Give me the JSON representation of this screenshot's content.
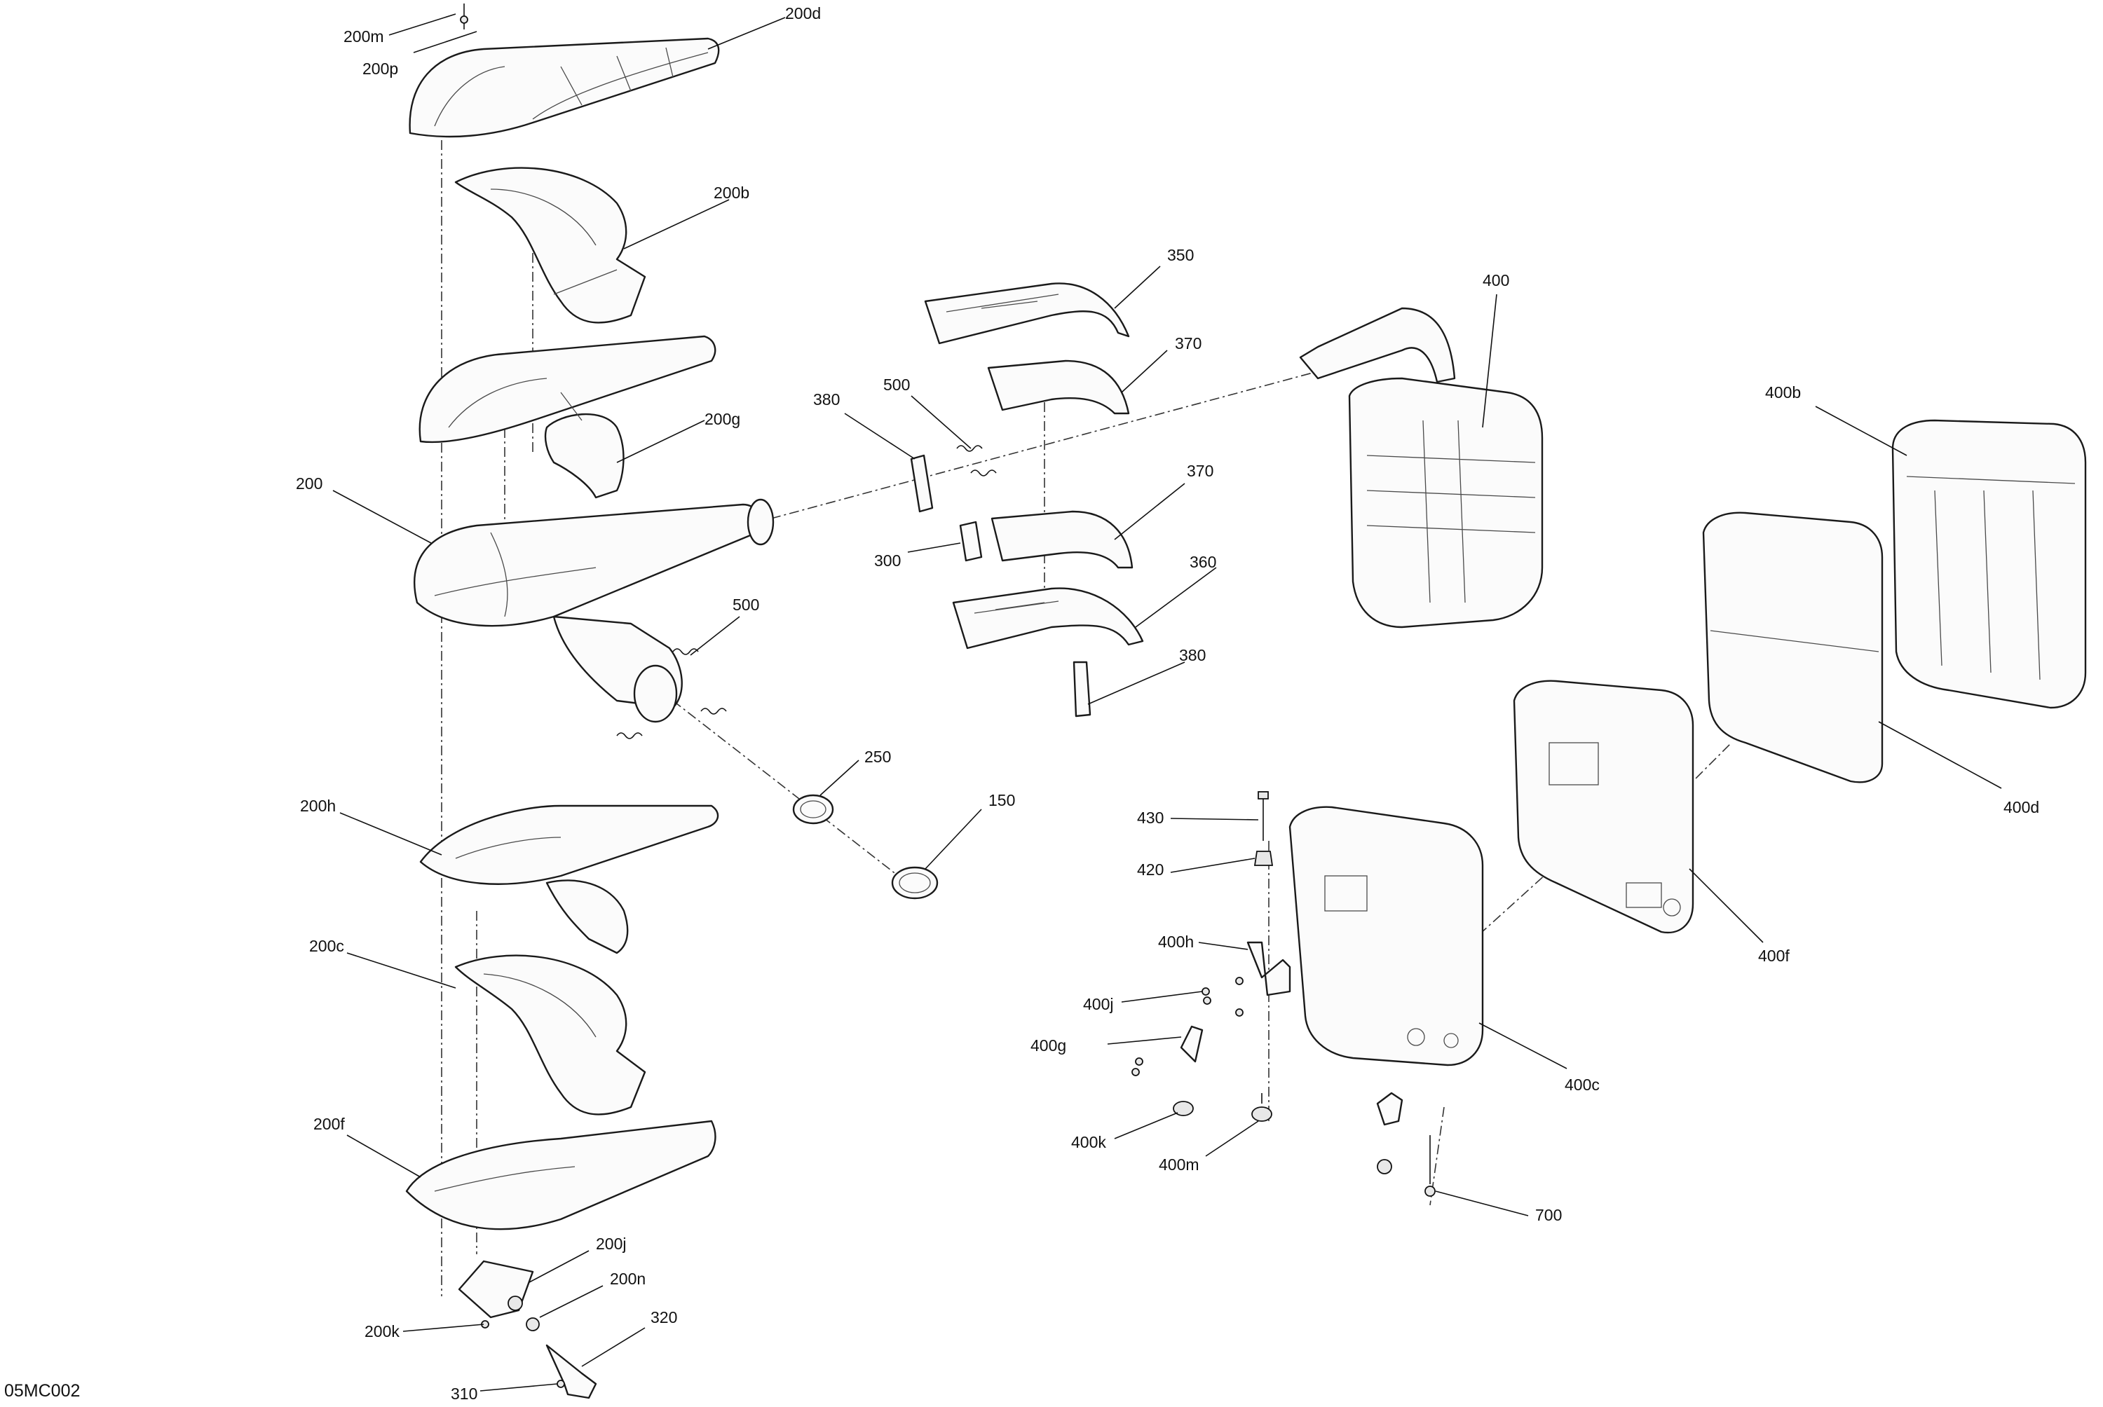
{
  "diagram": {
    "document_code": "05MC002",
    "callouts": {
      "c200m": "200m",
      "c200p": "200p",
      "c200d": "200d",
      "c200b": "200b",
      "c200g": "200g",
      "c200": "200",
      "c500a": "500",
      "c200h": "200h",
      "c200c": "200c",
      "c200f": "200f",
      "c200j": "200j",
      "c200n": "200n",
      "c200k": "200k",
      "c320": "320",
      "c310": "310",
      "c250": "250",
      "c150": "150",
      "c350": "350",
      "c370a": "370",
      "c380a": "380",
      "c500b": "500",
      "c370b": "370",
      "c300": "300",
      "c360": "360",
      "c380b": "380",
      "c400": "400",
      "c400b": "400b",
      "c400d": "400d",
      "c400f": "400f",
      "c400c": "400c",
      "c430": "430",
      "c420": "420",
      "c400h": "400h",
      "c400j": "400j",
      "c400g": "400g",
      "c400k": "400k",
      "c400m": "400m",
      "c700": "700"
    }
  }
}
